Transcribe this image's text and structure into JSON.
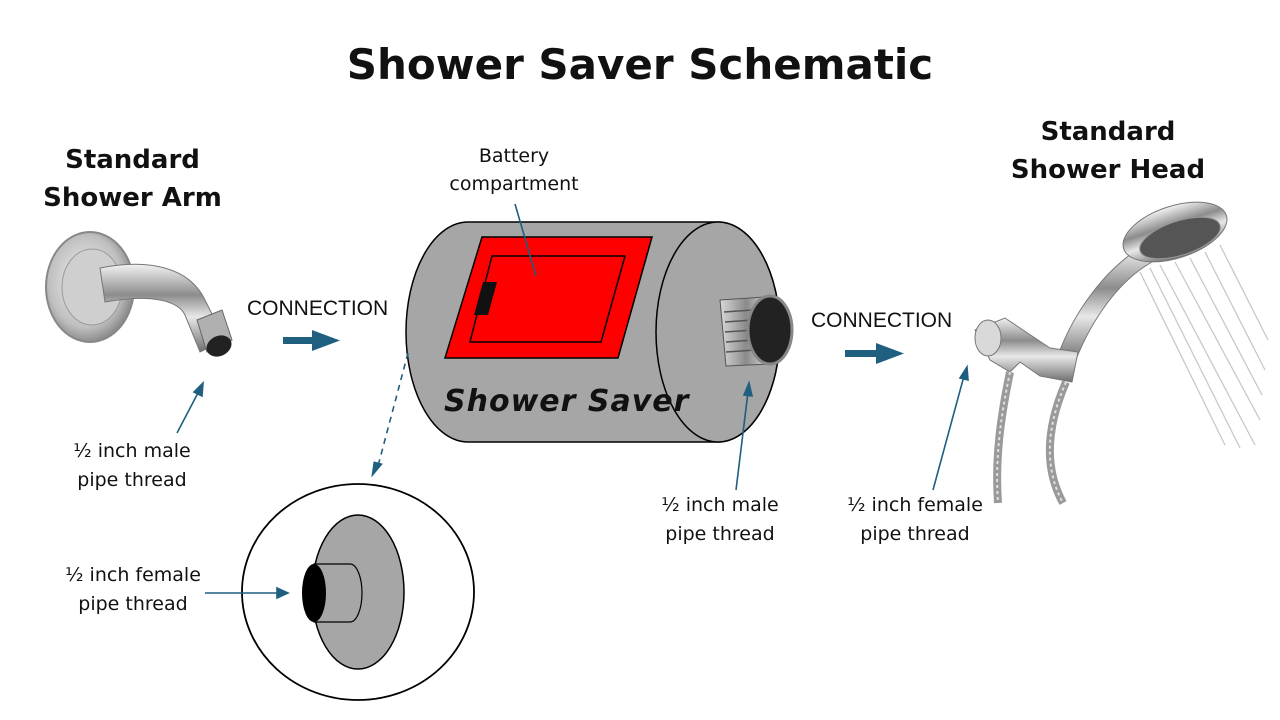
{
  "title": "Shower Saver Schematic",
  "shower_arm": {
    "heading_line1": "Standard",
    "heading_line2": "Shower Arm",
    "thread_line1": "½ inch male",
    "thread_line2": "pipe thread"
  },
  "connection_left": "CONNECTION",
  "connection_right": "CONNECTION",
  "device": {
    "brand": "Shower Saver",
    "battery_line1": "Battery",
    "battery_line2": "compartment",
    "thread_line1": "½ inch male",
    "thread_line2": "pipe thread",
    "body_color": "#a6a6a6",
    "battery_color": "#ff0000"
  },
  "inlet_detail": {
    "thread_line1": "½ inch female",
    "thread_line2": "pipe thread"
  },
  "shower_head": {
    "heading_line1": "Standard",
    "heading_line2": "Shower Head",
    "thread_line1": "½ inch female",
    "thread_line2": "pipe thread"
  },
  "arrow_color": "#1f5f7f"
}
